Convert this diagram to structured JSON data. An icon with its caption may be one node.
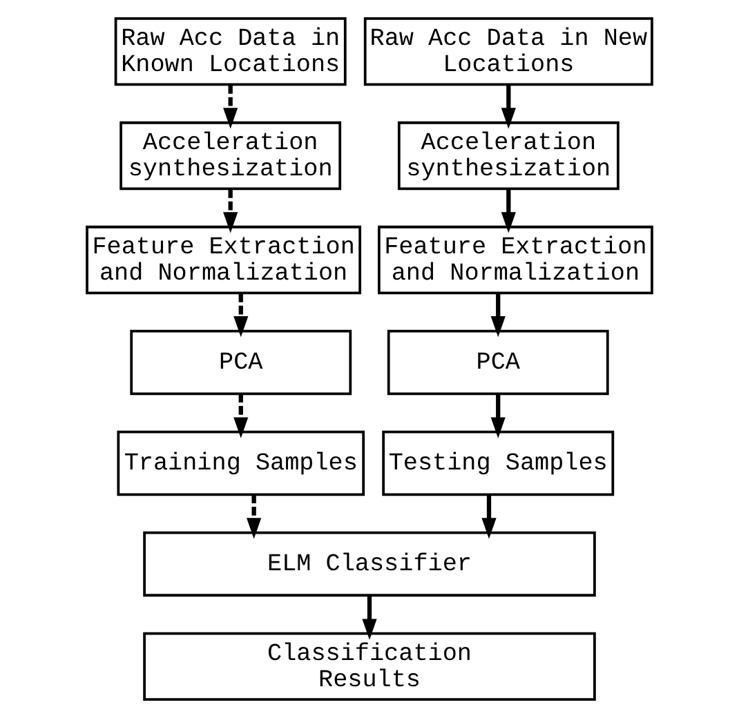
{
  "diagram": {
    "nodes": [
      {
        "text": [
          "Raw Acc Data in Known Locations"
        ]
      },
      {
        "text": [
          "Raw Acc Data in New Locations"
        ]
      },
      {
        "text": [
          "Acceleration synthesization"
        ]
      },
      {
        "text": [
          "Acceleration synthesization"
        ]
      },
      {
        "text": [
          "Feature Extraction and Normalization"
        ]
      },
      {
        "text": [
          "Feature Extraction and Normalization"
        ]
      },
      {
        "text": [
          "PCA"
        ]
      },
      {
        "text": [
          "PCA"
        ]
      },
      {
        "text": [
          "Training Samples"
        ]
      },
      {
        "text": [
          "Testing Samples"
        ]
      },
      {
        "text": [
          "ELM Classifier"
        ]
      },
      {
        "text": [
          "Classification Results"
        ]
      }
    ],
    "edges": [
      {
        "from": 0,
        "to": 2,
        "arrow": "to",
        "style": "dashed"
      },
      {
        "from": 2,
        "to": 4,
        "arrow": "to",
        "style": "dashed"
      },
      {
        "from": 4,
        "to": 6,
        "arrow": "to",
        "style": "dashed"
      },
      {
        "from": 6,
        "to": 8,
        "arrow": "to",
        "style": "dashed"
      },
      {
        "from": 8,
        "to": 10,
        "arrow": "to",
        "style": "dashed"
      },
      {
        "from": 1,
        "to": 3,
        "arrow": "to"
      },
      {
        "from": 3,
        "to": 5,
        "arrow": "to"
      },
      {
        "from": 5,
        "to": 7,
        "arrow": "to"
      },
      {
        "from": 7,
        "to": 9,
        "arrow": "to"
      },
      {
        "from": 9,
        "to": 10,
        "arrow": "to"
      },
      {
        "from": 10,
        "to": 11,
        "arrow": "to"
      }
    ]
  }
}
